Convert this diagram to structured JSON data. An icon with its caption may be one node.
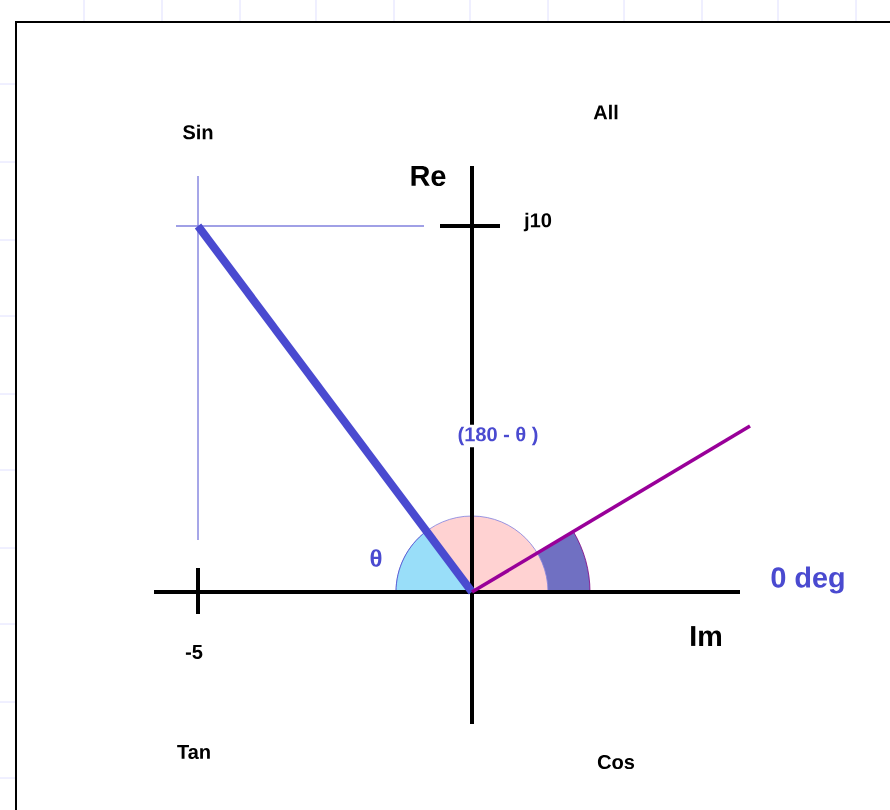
{
  "diagram": {
    "labels": [
      "Sin",
      "All",
      "Re",
      "j10",
      "(180 - θ )",
      "θ",
      "0 deg",
      "Im",
      "-5",
      "Tan",
      "Cos"
    ]
  }
}
